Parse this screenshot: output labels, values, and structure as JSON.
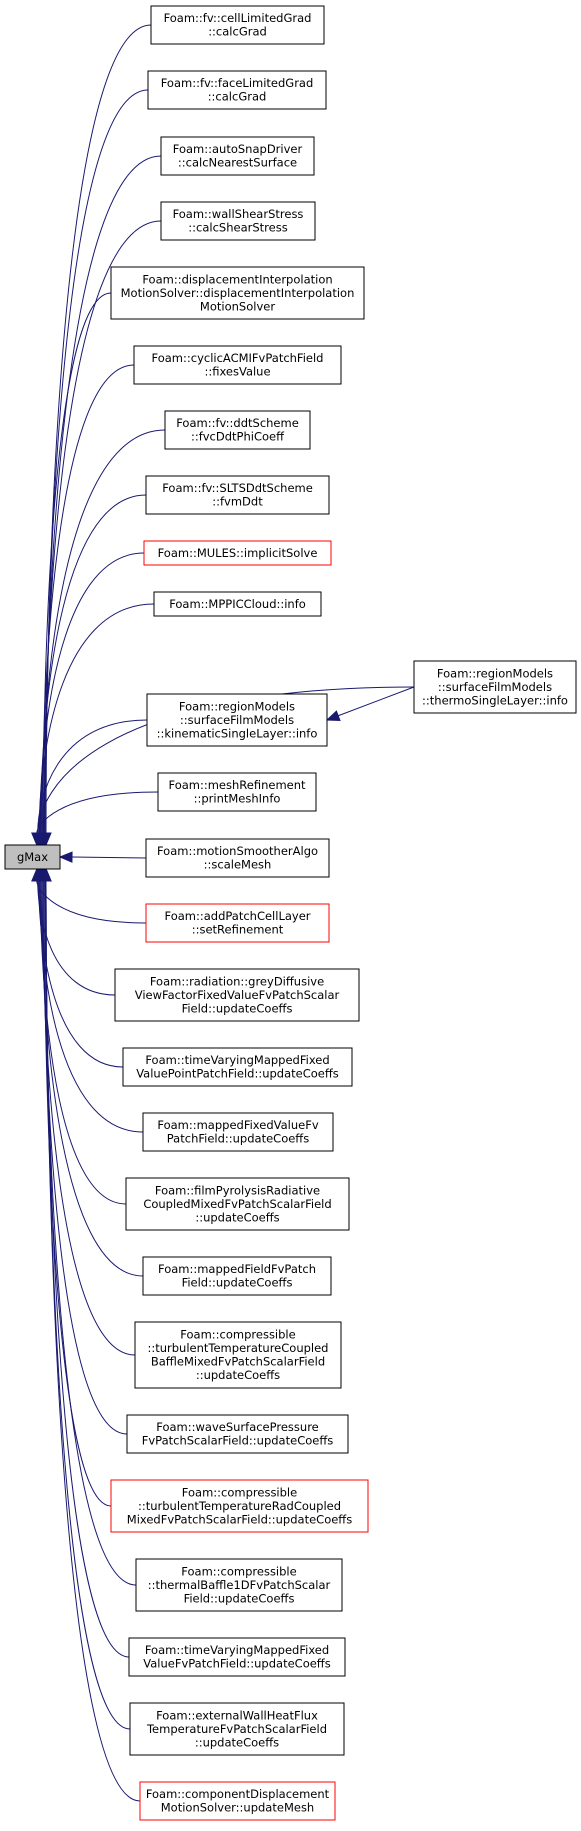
{
  "root": {
    "name": "gMax",
    "color": "#bfbfbf"
  },
  "colors": {
    "edge": "#191970",
    "border_normal": "#000000",
    "border_red": "#ff0000"
  },
  "nodes": [
    {
      "id": "n0",
      "lines": [
        "Foam::fv::cellLimitedGrad",
        "::calcGrad"
      ],
      "border": "black"
    },
    {
      "id": "n1",
      "lines": [
        "Foam::fv::faceLimitedGrad",
        "::calcGrad"
      ],
      "border": "black"
    },
    {
      "id": "n2",
      "lines": [
        "Foam::autoSnapDriver",
        "::calcNearestSurface"
      ],
      "border": "black"
    },
    {
      "id": "n3",
      "lines": [
        "Foam::wallShearStress",
        "::calcShearStress"
      ],
      "border": "black"
    },
    {
      "id": "n4",
      "lines": [
        "Foam::displacementInterpolation",
        "MotionSolver::displacementInterpolation",
        "MotionSolver"
      ],
      "border": "black"
    },
    {
      "id": "n5",
      "lines": [
        "Foam::cyclicACMIFvPatchField",
        "::fixesValue"
      ],
      "border": "black"
    },
    {
      "id": "n6",
      "lines": [
        "Foam::fv::ddtScheme",
        "::fvcDdtPhiCoeff"
      ],
      "border": "black"
    },
    {
      "id": "n7",
      "lines": [
        "Foam::fv::SLTSDdtScheme",
        "::fvmDdt"
      ],
      "border": "black"
    },
    {
      "id": "n8",
      "lines": [
        "Foam::MULES::implicitSolve"
      ],
      "border": "red"
    },
    {
      "id": "n9",
      "lines": [
        "Foam::MPPICCloud::info"
      ],
      "border": "black"
    },
    {
      "id": "n10",
      "lines": [
        "Foam::regionModels",
        "::surfaceFilmModels",
        "::kinematicSingleLayer::info"
      ],
      "border": "black"
    },
    {
      "id": "n11",
      "lines": [
        "Foam::meshRefinement",
        "::printMeshInfo"
      ],
      "border": "black"
    },
    {
      "id": "n12",
      "lines": [
        "Foam::motionSmootherAlgo",
        "::scaleMesh"
      ],
      "border": "black"
    },
    {
      "id": "n13",
      "lines": [
        "Foam::addPatchCellLayer",
        "::setRefinement"
      ],
      "border": "red"
    },
    {
      "id": "n14",
      "lines": [
        "Foam::radiation::greyDiffusive",
        "ViewFactorFixedValueFvPatchScalar",
        "Field::updateCoeffs"
      ],
      "border": "black"
    },
    {
      "id": "n15",
      "lines": [
        "Foam::timeVaryingMappedFixed",
        "ValuePointPatchField::updateCoeffs"
      ],
      "border": "black"
    },
    {
      "id": "n16",
      "lines": [
        "Foam::mappedFixedValueFv",
        "PatchField::updateCoeffs"
      ],
      "border": "black"
    },
    {
      "id": "n17",
      "lines": [
        "Foam::filmPyrolysisRadiative",
        "CoupledMixedFvPatchScalarField",
        "::updateCoeffs"
      ],
      "border": "black"
    },
    {
      "id": "n18",
      "lines": [
        "Foam::mappedFieldFvPatch",
        "Field::updateCoeffs"
      ],
      "border": "black"
    },
    {
      "id": "n19",
      "lines": [
        "Foam::compressible",
        "::turbulentTemperatureCoupled",
        "BaffleMixedFvPatchScalarField",
        "::updateCoeffs"
      ],
      "border": "black"
    },
    {
      "id": "n20",
      "lines": [
        "Foam::waveSurfacePressure",
        "FvPatchScalarField::updateCoeffs"
      ],
      "border": "black"
    },
    {
      "id": "n21",
      "lines": [
        "Foam::compressible",
        "::turbulentTemperatureRadCoupled",
        "MixedFvPatchScalarField::updateCoeffs"
      ],
      "border": "red"
    },
    {
      "id": "n22",
      "lines": [
        "Foam::compressible",
        "::thermalBaffle1DFvPatchScalar",
        "Field::updateCoeffs"
      ],
      "border": "black"
    },
    {
      "id": "n23",
      "lines": [
        "Foam::timeVaryingMappedFixed",
        "ValueFvPatchField::updateCoeffs"
      ],
      "border": "black"
    },
    {
      "id": "n24",
      "lines": [
        "Foam::externalWallHeatFlux",
        "TemperatureFvPatchScalarField",
        "::updateCoeffs"
      ],
      "border": "black"
    },
    {
      "id": "n25",
      "lines": [
        "Foam::componentDisplacement",
        "MotionSolver::updateMesh"
      ],
      "border": "red"
    },
    {
      "id": "n26",
      "lines": [
        "Foam::regionModels",
        "::surfaceFilmModels",
        "::thermoSingleLayer::info"
      ],
      "border": "black"
    }
  ],
  "edges": [
    {
      "from": "n0",
      "to": "root"
    },
    {
      "from": "n1",
      "to": "root"
    },
    {
      "from": "n2",
      "to": "root"
    },
    {
      "from": "n3",
      "to": "root"
    },
    {
      "from": "n4",
      "to": "root"
    },
    {
      "from": "n5",
      "to": "root"
    },
    {
      "from": "n6",
      "to": "root"
    },
    {
      "from": "n7",
      "to": "root"
    },
    {
      "from": "n8",
      "to": "root"
    },
    {
      "from": "n9",
      "to": "root"
    },
    {
      "from": "n10",
      "to": "root"
    },
    {
      "from": "n11",
      "to": "root"
    },
    {
      "from": "n12",
      "to": "root"
    },
    {
      "from": "n13",
      "to": "root"
    },
    {
      "from": "n14",
      "to": "root"
    },
    {
      "from": "n15",
      "to": "root"
    },
    {
      "from": "n16",
      "to": "root"
    },
    {
      "from": "n17",
      "to": "root"
    },
    {
      "from": "n18",
      "to": "root"
    },
    {
      "from": "n19",
      "to": "root"
    },
    {
      "from": "n20",
      "to": "root"
    },
    {
      "from": "n21",
      "to": "root"
    },
    {
      "from": "n22",
      "to": "root"
    },
    {
      "from": "n23",
      "to": "root"
    },
    {
      "from": "n24",
      "to": "root"
    },
    {
      "from": "n25",
      "to": "root"
    },
    {
      "from": "n26",
      "to": "root"
    },
    {
      "from": "n26",
      "to": "n10"
    }
  ]
}
